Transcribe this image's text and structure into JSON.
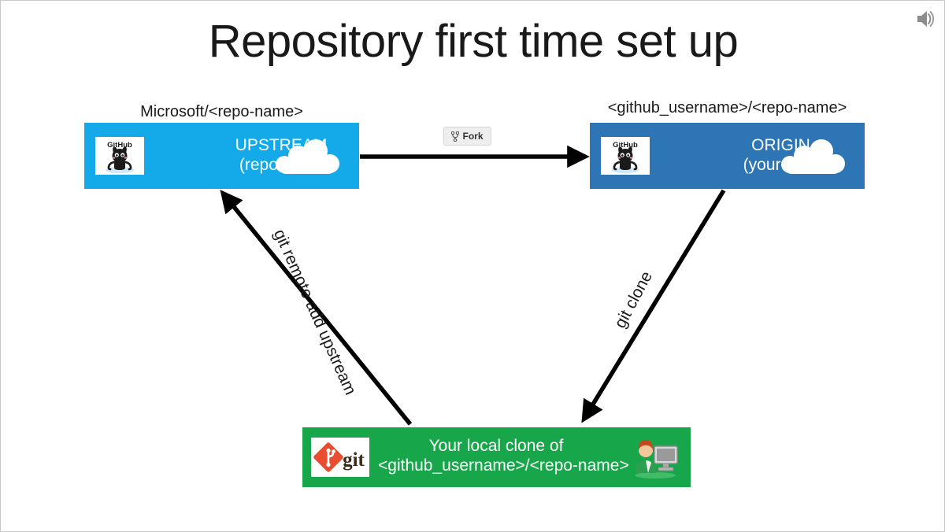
{
  "slide": {
    "title": "Repository first time set up",
    "background": "#ffffff",
    "border_color": "#c8c8c8"
  },
  "speaker": {
    "icon": "speaker-audio-icon",
    "color": "#8c8c8c"
  },
  "nodes": {
    "upstream": {
      "caption": "Microsoft/<repo-name>",
      "line1": "UPSTREAM",
      "line2": "(repository)",
      "color": "#14A9E8",
      "logo_icon": "github-octocat-icon",
      "logo_label": "GitHub",
      "cloud_icon": "cloud-icon"
    },
    "origin": {
      "caption": "<github_username>/<repo-name>",
      "line1": "ORIGIN",
      "line2": "(your fork)",
      "color": "#2E75B6",
      "logo_icon": "github-octocat-icon",
      "logo_label": "GitHub",
      "cloud_icon": "cloud-icon"
    },
    "local": {
      "line1": "Your local clone of",
      "line2": "<github_username>/<repo-name>",
      "color": "#17A74A",
      "logo_icon": "git-logo-icon",
      "logo_label": "git",
      "person_icon": "person-at-computer-icon"
    }
  },
  "fork_button": {
    "label": "Fork",
    "icon": "fork-branch-icon",
    "background": "#eeeeee",
    "border": "#d5d5d5"
  },
  "arrows": [
    {
      "name": "upstream-to-origin",
      "label": "",
      "from": "upstream",
      "to": "origin"
    },
    {
      "name": "origin-to-local",
      "label": "git clone",
      "from": "origin",
      "to": "local"
    },
    {
      "name": "local-to-upstream",
      "label": "git remote add upstream",
      "from": "local",
      "to": "upstream"
    }
  ]
}
